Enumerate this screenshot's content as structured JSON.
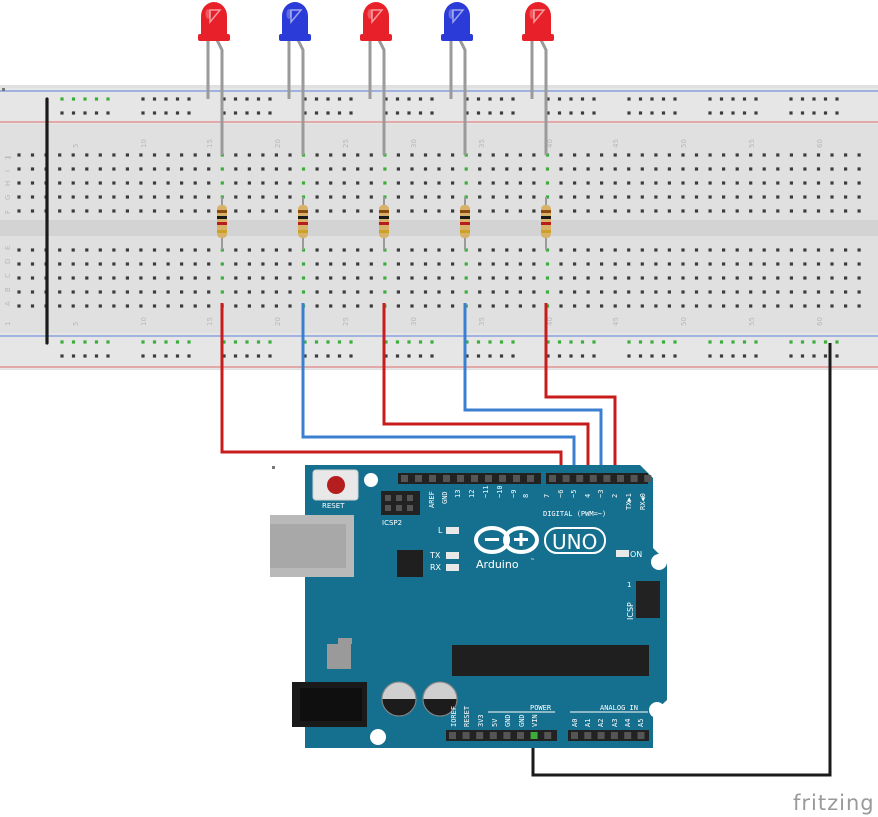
{
  "breadboard": {
    "column_numbers": [
      "1",
      "5",
      "10",
      "15",
      "20",
      "25",
      "30",
      "35",
      "40",
      "45",
      "50",
      "55",
      "60"
    ],
    "row_letters_top": [
      "J",
      "I",
      "H",
      "G",
      "F"
    ],
    "row_letters_bottom": [
      "E",
      "D",
      "C",
      "B",
      "A"
    ]
  },
  "leds": [
    {
      "color": "red"
    },
    {
      "color": "blue"
    },
    {
      "color": "red"
    },
    {
      "color": "blue"
    },
    {
      "color": "red"
    }
  ],
  "colors": {
    "led_red": "#e8202a",
    "led_blue": "#2b3bd8",
    "wire_red": "#c81c1c",
    "wire_blue": "#3b7fd0",
    "wire_black": "#1a1a1a",
    "board": "#15708f",
    "hole_green": "#3aad3a"
  },
  "arduino": {
    "reset_label": "RESET",
    "icsp2_label": "ICSP2",
    "aref_label": "AREF",
    "gnd_label": "GND",
    "digital_pins": [
      "13",
      "12",
      "~11",
      "~10",
      "~9",
      "8",
      "7",
      "~6",
      "~5",
      "4",
      "~3",
      "2",
      "TX▶1",
      "RX◀0"
    ],
    "digital_label": "DIGITAL (PWM=~)",
    "l_label": "L",
    "tx_label": "TX",
    "rx_label": "RX",
    "on_label": "ON",
    "logo_text": "UNO",
    "brand_text": "Arduino",
    "tm": "™",
    "icsp_label": "ICSP",
    "icsp_one": "1",
    "power_label": "POWER",
    "analog_label": "ANALOG IN",
    "power_pins": [
      "IOREF",
      "RESET",
      "3V3",
      "5V",
      "GND",
      "GND",
      "VIN"
    ],
    "analog_pins": [
      "A0",
      "A1",
      "A2",
      "A3",
      "A4",
      "A5"
    ]
  },
  "watermark": "fritzing"
}
